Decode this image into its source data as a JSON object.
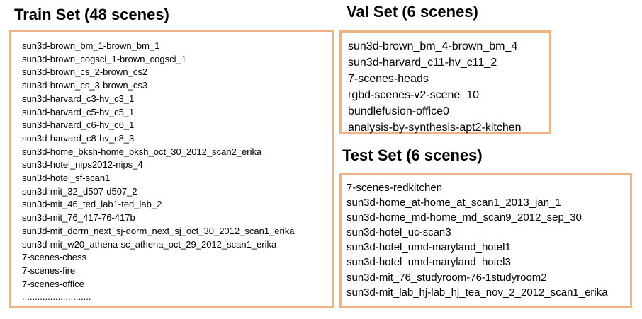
{
  "train": {
    "title": "Train Set (48 scenes)",
    "items": [
      "sun3d-brown_bm_1-brown_bm_1",
      "sun3d-brown_cogsci_1-brown_cogsci_1",
      "sun3d-brown_cs_2-brown_cs2",
      "sun3d-brown_cs_3-brown_cs3",
      "sun3d-harvard_c3-hv_c3_1",
      "sun3d-harvard_c5-hv_c5_1",
      "sun3d-harvard_c6-hv_c6_1",
      "sun3d-harvard_c8-hv_c8_3",
      "sun3d-home_bksh-home_bksh_oct_30_2012_scan2_erika",
      "sun3d-hotel_nips2012-nips_4",
      "sun3d-hotel_sf-scan1",
      "sun3d-mit_32_d507-d507_2",
      "sun3d-mit_46_ted_lab1-ted_lab_2",
      "sun3d-mit_76_417-76-417b",
      "sun3d-mit_dorm_next_sj-dorm_next_sj_oct_30_2012_scan1_erika",
      "sun3d-mit_w20_athena-sc_athena_oct_29_2012_scan1_erika",
      "7-scenes-chess",
      "7-scenes-fire",
      "7-scenes-office",
      "..........................."
    ]
  },
  "val": {
    "title": "Val Set (6 scenes)",
    "items": [
      "sun3d-brown_bm_4-brown_bm_4",
      "sun3d-harvard_c11-hv_c11_2",
      "7-scenes-heads",
      "rgbd-scenes-v2-scene_10",
      "bundlefusion-office0",
      "analysis-by-synthesis-apt2-kitchen"
    ]
  },
  "test": {
    "title": "Test Set (6 scenes)",
    "items": [
      "7-scenes-redkitchen",
      "sun3d-home_at-home_at_scan1_2013_jan_1",
      "sun3d-home_md-home_md_scan9_2012_sep_30",
      "sun3d-hotel_uc-scan3",
      "sun3d-hotel_umd-maryland_hotel1",
      "sun3d-hotel_umd-maryland_hotel3",
      "sun3d-mit_76_studyroom-76-1studyroom2",
      "sun3d-mit_lab_hj-lab_hj_tea_nov_2_2012_scan1_erika"
    ]
  },
  "colors": {
    "box_border": "#f0b283",
    "text": "#000000",
    "background": "#ffffff"
  }
}
